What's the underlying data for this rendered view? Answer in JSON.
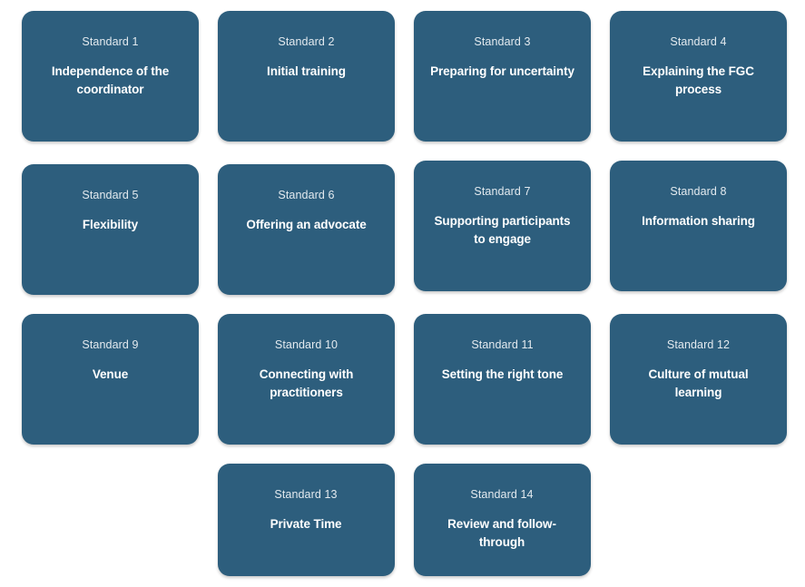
{
  "diagram": {
    "type": "card-grid",
    "columns": 4,
    "card_count": 14,
    "accent_color": "#2d5e7d",
    "text_color": "#ffffff",
    "eyebrow_color": "#e3eaef",
    "background_color": "#ffffff"
  },
  "rows": [
    {
      "cards": [
        {
          "eyebrow": "Standard 1",
          "title": "Independence of the coordinator"
        },
        {
          "eyebrow": "Standard 2",
          "title": "Initial training"
        },
        {
          "eyebrow": "Standard 3",
          "title": "Preparing for uncertainty"
        },
        {
          "eyebrow": "Standard 4",
          "title": "Explaining the FGC process"
        }
      ]
    },
    {
      "cards": [
        {
          "eyebrow": "Standard 5",
          "title": "Flexibility"
        },
        {
          "eyebrow": "Standard 6",
          "title": "Offering an advocate"
        },
        {
          "eyebrow": "Standard 7",
          "title": "Supporting participants to engage"
        },
        {
          "eyebrow": "Standard 8",
          "title": "Information sharing"
        }
      ]
    },
    {
      "cards": [
        {
          "eyebrow": "Standard 9",
          "title": "Venue"
        },
        {
          "eyebrow": "Standard 10",
          "title": "Connecting with practitioners"
        },
        {
          "eyebrow": "Standard 11",
          "title": "Setting the right tone"
        },
        {
          "eyebrow": "Standard 12",
          "title": "Culture of mutual learning"
        }
      ]
    },
    {
      "cards": [
        {
          "eyebrow": "Standard 13",
          "title": "Private Time"
        },
        {
          "eyebrow": "Standard 14",
          "title": "Review and follow-through"
        }
      ]
    }
  ]
}
